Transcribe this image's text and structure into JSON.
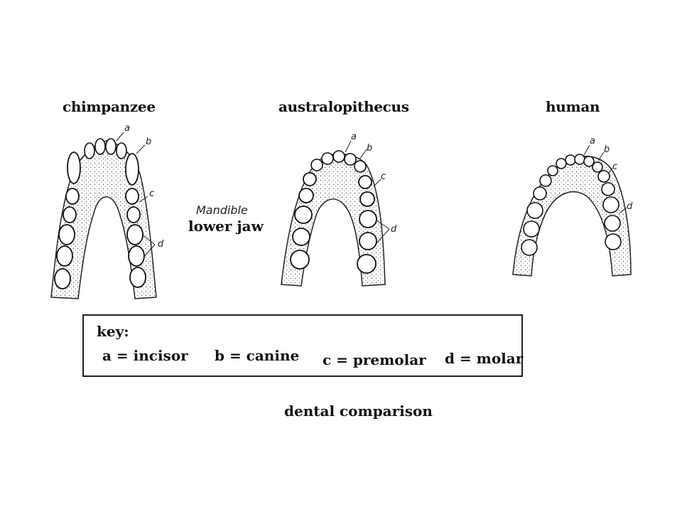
{
  "jaws": {
    "chimp": {
      "title": "chimpanzee"
    },
    "australo": {
      "title": "australopithecus"
    },
    "human": {
      "title": "human"
    }
  },
  "mandible": {
    "line1": "Mandible",
    "line2": "lower jaw"
  },
  "labels": {
    "a": "a",
    "b": "b",
    "c": "c",
    "d": "d"
  },
  "key": {
    "heading": "key:",
    "incisor": "a = incisor",
    "canine": "b = canine",
    "premolar": "c = premolar",
    "molar": "d = molar"
  },
  "caption": "dental comparison"
}
